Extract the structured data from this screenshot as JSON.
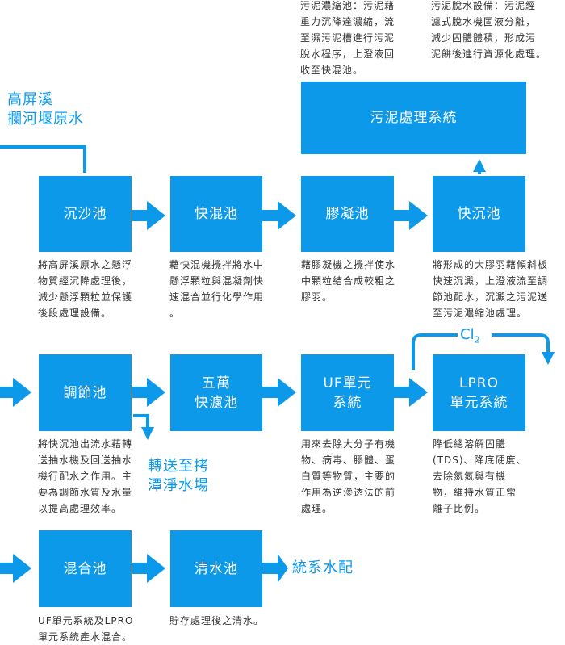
{
  "source": {
    "label": "高屏溪\n攔河堰原水"
  },
  "row1": {
    "sand": {
      "label": "沉沙池",
      "desc": "將高屏溪原水之懸浮\n物質經沉降處理後，\n減少懸浮顆粒並保護\n後段處理設備。"
    },
    "rapid_mix": {
      "label": "快混池",
      "desc": "藉快混機攪拌將水中\n懸浮顆粒與混凝劑快\n速混合並行化學作用\n。"
    },
    "floc": {
      "label": "膠凝池",
      "desc": "藉膠凝機之攪拌使水\n中顆粒結合成較粗之\n膠羽。"
    },
    "settle": {
      "label": "快沉池",
      "desc": "將形成的大膠羽藉傾斜板\n快速沉澱，上澄液流至調\n節池配水，沉澱之污泥送\n至污泥濃縮池處理。"
    }
  },
  "sludge": {
    "label": "污泥處理系統",
    "desc_left": "污泥濃縮池：污泥藉\n重力沉降達濃縮，流\n至濕污泥槽進行污泥\n脫水程序，上澄液回\n收至快混池。",
    "desc_right": "污泥脫水設備：污泥經\n濾式脫水機固液分離，\n減少固體體積，形成污\n泥餅後進行資源化處理。"
  },
  "row2": {
    "regulate": {
      "label": "調節池",
      "desc": "將快沉池出流水藉轉\n送抽水機及回送抽水\n機行配水之作用。主\n要為調節水質及水量\n以提高處理效率。"
    },
    "wanwan": {
      "label_1": "五萬",
      "label_2": "快濾池"
    },
    "uf": {
      "label_1": "UF單元",
      "label_2": "系統",
      "desc": "用來去除大分子有機\n物、病毒、膠體、蛋\n白質等物質，主要的\n作用為逆滲透法的前\n處理。"
    },
    "lpro": {
      "label_1": "LPRO",
      "label_2": "單元系統",
      "desc": "降低總溶解固體\n(TDS)、降底硬度、\n去除氮氮與有機\n物，維持水質正常\n離子比例。"
    },
    "transfer": {
      "label": "轉送至拷\n潭淨水場"
    },
    "cl2": {
      "label": "Cl",
      "sub": "2"
    }
  },
  "row3": {
    "mix": {
      "label": "混合池",
      "desc": "UF單元系統及LPRO\n單元系統產水混合。"
    },
    "clear": {
      "label": "清水池",
      "desc": "貯存處理後之清水。"
    },
    "dist": {
      "label": "統系水配"
    }
  },
  "colors": {
    "accent": "#0d99e9",
    "text": "#333333"
  }
}
